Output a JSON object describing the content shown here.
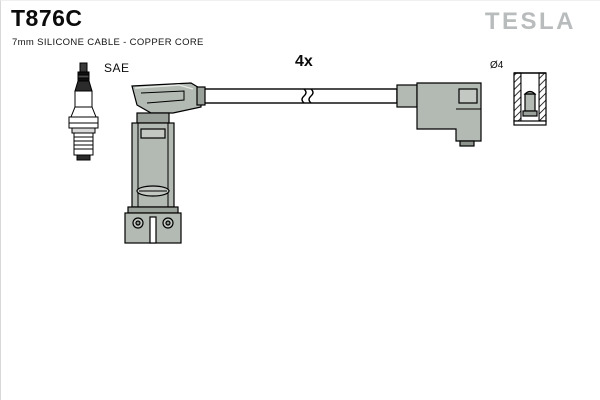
{
  "document": {
    "part_number": "T876C",
    "description": "7mm SILICONE CABLE - COPPER CORE",
    "brand": "TESLA"
  },
  "labels": {
    "plug_standard": "SAE",
    "quantity": "4x",
    "diameter": "Ø4"
  },
  "colors": {
    "line": "#000000",
    "body_fill": "#b3b9b3",
    "body_fill_light": "#c3c8c3",
    "body_fill_dark": "#9aa09a",
    "cable_fill": "#ffffff",
    "logo_grey": "#b9bcbd",
    "page_background": "#ffffff"
  },
  "components": [
    {
      "name": "spark-plug",
      "label": "SAE"
    },
    {
      "name": "left-connector-boot",
      "label": ""
    },
    {
      "name": "ignition-cable",
      "label": "4x"
    },
    {
      "name": "right-connector-boot",
      "label": ""
    },
    {
      "name": "terminal-sleeve-section",
      "label": "Ø4"
    }
  ]
}
